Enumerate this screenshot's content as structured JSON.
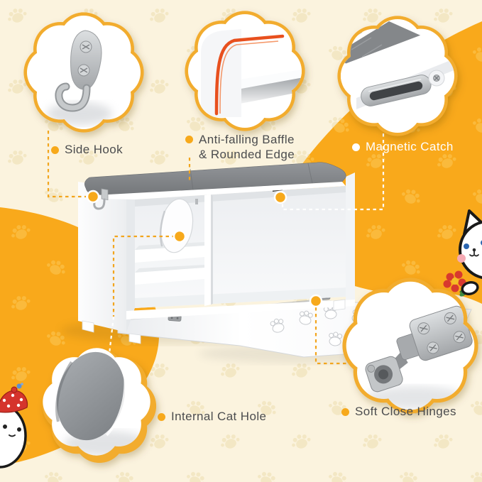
{
  "page": {
    "type": "product-feature-infographic",
    "subject": "cat litter box enclosure bench"
  },
  "callouts": {
    "side_hook": {
      "label": "Side Hook",
      "icon": "side-hook-icon"
    },
    "anti_falling": {
      "label_line1": "Anti-falling Baffle",
      "label_line2": "& Rounded Edge",
      "icon": "rounded-edge-baffle-icon"
    },
    "magnetic_catch": {
      "label": "Magnetic Catch",
      "icon": "magnetic-catch-icon"
    },
    "internal_cat_hole": {
      "label": "Internal Cat Hole",
      "icon": "internal-cat-hole-icon"
    },
    "soft_close_hinges": {
      "label": "Soft Close Hinges",
      "icon": "soft-close-hinges-icon"
    }
  },
  "decorations": {
    "cat_flower": "cat-with-flower-icon",
    "cat_bundle": "cat-with-polka-bundle-icon",
    "background_pattern": "paw-print-pattern"
  },
  "colors": {
    "background_cream": "#FBF3DE",
    "accent_orange": "#F9A91B",
    "bubble_border": "#F2AC2E",
    "text_dark": "#4B4C4E",
    "label_light": "#FFFFFF",
    "edge_highlight_red": "#E8501E",
    "cushion_gray": "#7B7E81"
  }
}
